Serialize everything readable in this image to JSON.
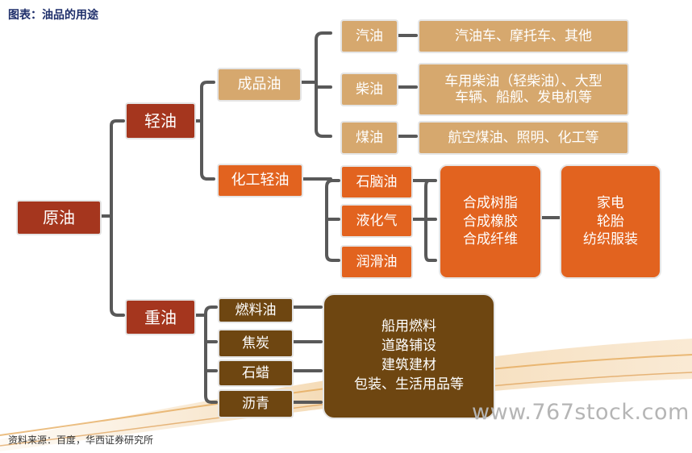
{
  "title": "图表：油品的用途",
  "source": "资料来源：百度，华西证券研究所",
  "watermark": "www.767stock.com",
  "nodes": {
    "crude": "原油",
    "light": "轻油",
    "heavy": "重油",
    "refined": "成品油",
    "chem_light": "化工轻油",
    "gasoline": "汽油",
    "diesel": "柴油",
    "kerosene": "煤油",
    "naphtha": "石脑油",
    "lpg": "液化气",
    "lube": "润滑油",
    "fuel_oil": "燃料油",
    "coke": "焦炭",
    "wax": "石蜡",
    "asphalt": "沥青"
  },
  "uses": {
    "gasoline": [
      "汽油车、摩托车、其他"
    ],
    "diesel": [
      "车用柴油（轻柴油）、大型",
      "车辆、船舰、发电机等"
    ],
    "kerosene": [
      "航空煤油、照明、化工等"
    ],
    "synthetics": [
      "合成树脂",
      "合成橡胶",
      "合成纤维"
    ],
    "products": [
      "家电",
      "轮胎",
      "纺织服装"
    ],
    "heavy_uses": [
      "船用燃料",
      "道路铺设",
      "建筑建材",
      "包装、生活用品等"
    ]
  },
  "colors": {
    "dark_red": "#a5361e",
    "tan": "#d6a86e",
    "orange": "#e2631f",
    "brown": "#6e4611",
    "connector": "#595959"
  }
}
